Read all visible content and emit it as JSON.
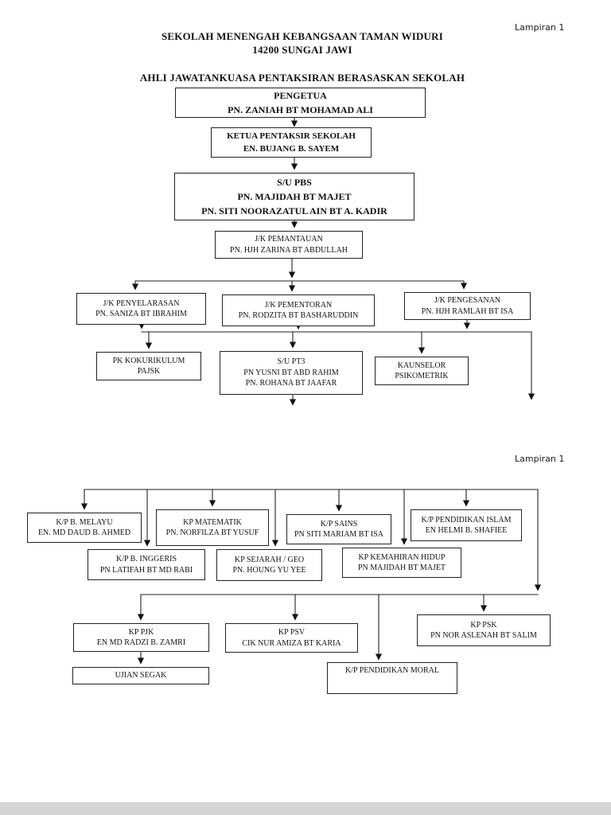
{
  "document": {
    "page1": {
      "lampiran_label": "Lampiran 1",
      "header": {
        "school_name": "SEKOLAH MENENGAH KEBANGSAAN TAMAN WIDURI",
        "postcode_city": "14200 SUNGAI JAWI",
        "committee_title": "AHLI JAWATANKUASA PENTAKSIRAN BERASASKAN SEKOLAH"
      },
      "nodes": {
        "pengetua": {
          "role": "PENGETUA",
          "person": "PN. ZANIAH BT MOHAMAD ALI"
        },
        "ketua_pentaksir": {
          "role": "KETUA PENTAKSIR SEKOLAH",
          "person": "EN. BUJANG B. SAYEM"
        },
        "su_pbs": {
          "role": "S/U PBS",
          "persons": [
            "PN. MAJIDAH BT MAJET",
            "PN. SITI NOORAZATUL AIN BT A. KADIR"
          ]
        },
        "jk_pemantauan": {
          "role": "J/K PEMANTAUAN",
          "person": "PN. HJH ZARINA BT ABDULLAH"
        },
        "jk_penyelarasan": {
          "role": "J/K PENYELARASAN",
          "person": "PN. SANIZA BT IBRAHIM"
        },
        "jk_pementoran": {
          "role": "J/K PEMENTORAN",
          "person": "PN. RODZITA BT BASHARUDDIN"
        },
        "jk_pengesanan": {
          "role": "J/K PENGESANAN",
          "person": "PN. HJH RAMLAH BT ISA"
        },
        "pk_kokurikulum": {
          "role": "PK KOKURIKULUM",
          "person": "PAJSK"
        },
        "su_pt3": {
          "role": "S/U PT3",
          "persons": [
            "PN YUSNI BT ABD RAHIM",
            "PN. ROHANA BT JAAFAR"
          ]
        },
        "kaunselor_psikometrik": {
          "role": "KAUNSELOR",
          "person": "PSIKOMETRIK"
        }
      }
    },
    "page2": {
      "lampiran_label": "Lampiran 1",
      "nodes": {
        "kp_b_melayu": {
          "role": "K/P B. MELAYU",
          "person": "EN. MD DAUD B. AHMED"
        },
        "kp_matematik": {
          "role": "KP MATEMATIK",
          "person": "PN. NORFILZA BT YUSUF"
        },
        "kp_sains": {
          "role": "K/P SAINS",
          "person": "PN SITI MARIAM BT ISA"
        },
        "kp_pend_islam": {
          "role": "K/P PENDIDIKAN ISLAM",
          "person": "EN HELMI B. SHAFIEE"
        },
        "kp_b_inggeris": {
          "role": "K/P B. INGGERIS",
          "person": "PN LATIFAH BT MD RABI"
        },
        "kp_sejarah_geo": {
          "role": "KP SEJARAH / GEO",
          "person": "PN. HOUNG YU YEE"
        },
        "kp_kemahiran_hidup": {
          "role": "KP KEMAHIRAN HIDUP",
          "person": "PN MAJIDAH BT MAJET"
        },
        "kp_pjk": {
          "role": "KP PJK",
          "person": "EN MD RADZI B. ZAMRI"
        },
        "kp_psv": {
          "role": "KP PSV",
          "person": "CIK NUR AMIZA BT KARIA"
        },
        "kp_psk": {
          "role": "KP PSK",
          "person": "PN NOR ASLENAH BT SALIM"
        },
        "ujian_segak": {
          "role": "UJIAN SEGAK"
        },
        "kp_pend_moral": {
          "role": "K/P PENDIDIKAN MORAL"
        }
      }
    }
  }
}
